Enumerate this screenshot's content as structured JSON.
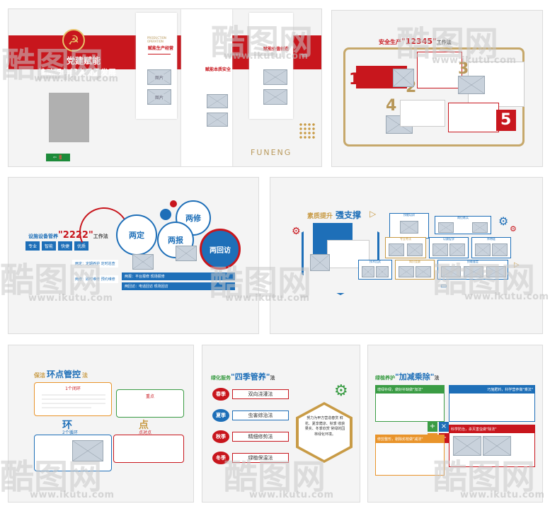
{
  "watermark": {
    "brand": "酷图网",
    "url": "www.ikutu.com"
  },
  "panel1": {
    "title1": "党建赋能",
    "title2": "推动服务部高质量发展",
    "card1_title": "赋能生产经营",
    "card2_title": "赋能本质安全",
    "card3_title": "赋能价值创造",
    "tag_en": "PRODUCTION OPERATION",
    "footer_text": "FUNENG",
    "photo_label": "图片"
  },
  "panel2": {
    "title_prefix": "安全生产",
    "title_num": "\"12345\"",
    "title_suffix": "工作法",
    "numbers": [
      "1",
      "2",
      "3",
      "4",
      "5"
    ]
  },
  "panel3": {
    "title_prefix": "设施设备管养",
    "title_num": "\"2222\"",
    "title_suffix": "工作法",
    "tags": [
      "专业",
      "智能",
      "快捷",
      "优质"
    ],
    "circles": [
      "两定",
      "两修",
      "两报",
      "两回访"
    ],
    "rows": [
      "两定：定期养护 定时巡查",
      "两报：平台报修 现场报修",
      "两修：即时维修 预约维修",
      "两回访：电话回访 现场回访"
    ]
  },
  "panel4": {
    "title_prefix": "素质提升",
    "title_main": "强支撑",
    "boxes": [
      "技能培训",
      "岗位练兵",
      "专业考试",
      "以赛促学",
      "师带徒",
      "技术比武",
      "知识竞赛",
      "技能鉴定"
    ]
  },
  "panel5": {
    "title_prefix": "保洁",
    "title_main": "环点管控",
    "title_suffix": "法",
    "ring1": "1个闭环",
    "ring2": "2个循环",
    "huan": "环",
    "dian": "点",
    "key": "重点",
    "keypoint": "点对点"
  },
  "panel6": {
    "title_prefix": "绿化服务",
    "title_main": "\"四季管养\"",
    "title_suffix": "法",
    "seasons": [
      {
        "season": "春季",
        "method": "双向浇灌法"
      },
      {
        "season": "夏季",
        "method": "虫害综治法"
      },
      {
        "season": "秋季",
        "method": "精细修剪法"
      },
      {
        "season": "冬季",
        "method": "绿植保温法"
      }
    ],
    "hex_text": "努力为甲方营造春赏 鲜花、夏享荫凉、秋季 收获果实、冬季欣赏 常绿的园林绿化环境。"
  },
  "panel7": {
    "title_prefix": "绿植养护",
    "title_main": "\"加减乘除\"",
    "title_suffix": "法",
    "q1": "增绿补绿，做好补缺做\"加法\"",
    "q2": "巧施肥料，科学营养做\"乘法\"",
    "q3": "修剪整形，剔除劣枝做\"减法\"",
    "q4": "科学防治，杀灭害虫做\"除法\"",
    "ops": [
      "+",
      "×",
      "−",
      "÷"
    ]
  },
  "colors": {
    "red": "#c8161d",
    "gold": "#b8985a",
    "blue": "#1e6fb8",
    "green": "#3a9c44",
    "orange": "#e9942b"
  }
}
